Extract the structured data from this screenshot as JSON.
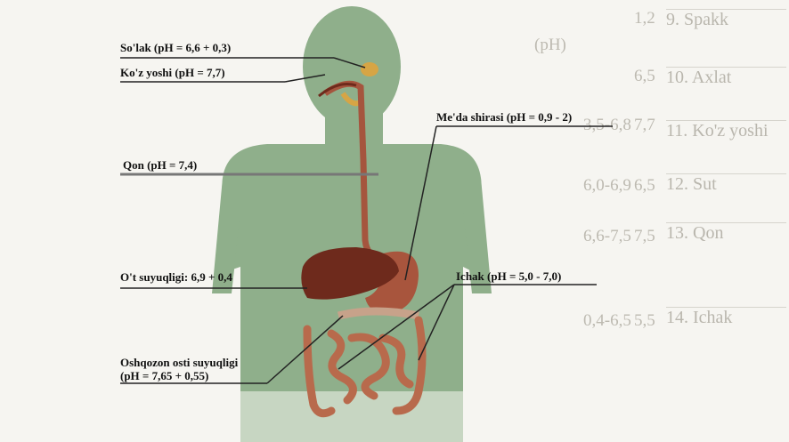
{
  "labels": {
    "solak": "So'lak (pH = 6,6 + 0,3)",
    "koz_yoshi": "Ko'z yoshi (pH = 7,7)",
    "qon": "Qon (pH = 7,4)",
    "meda_shirasi": "Me'da shirasi (pH = 0,9 - 2)",
    "ot_suyuqligi": "O't suyuqligi: 6,9 + 0,4",
    "ichak": "Ichak (pH = 5,0 - 7,0)",
    "oshqozon_line1": "Oshqozon osti suyuqligi",
    "oshqozon_line2": "(pH = 7,65 + 0,55)"
  },
  "background_table": {
    "rows": [
      "9. Spakk",
      "10. Axlat",
      "11. Ko'z yoshi",
      "12. Sut",
      "13. Qon",
      "14. Ichak"
    ],
    "left_text": [
      "(pH)",
      "3,5-6,8",
      "6,0-6,9",
      "6,6-7,5",
      "0,4-6,5"
    ],
    "right_text": [
      "1,2",
      "7,7",
      "6,5",
      "7,5",
      "5,5",
      "6,5"
    ]
  },
  "colors": {
    "body_silhouette": "#8faf8b",
    "liver": "#6e2a1c",
    "intestine": "#b86a4c",
    "esophagus": "#a5553e",
    "gland": "#d6a545"
  }
}
